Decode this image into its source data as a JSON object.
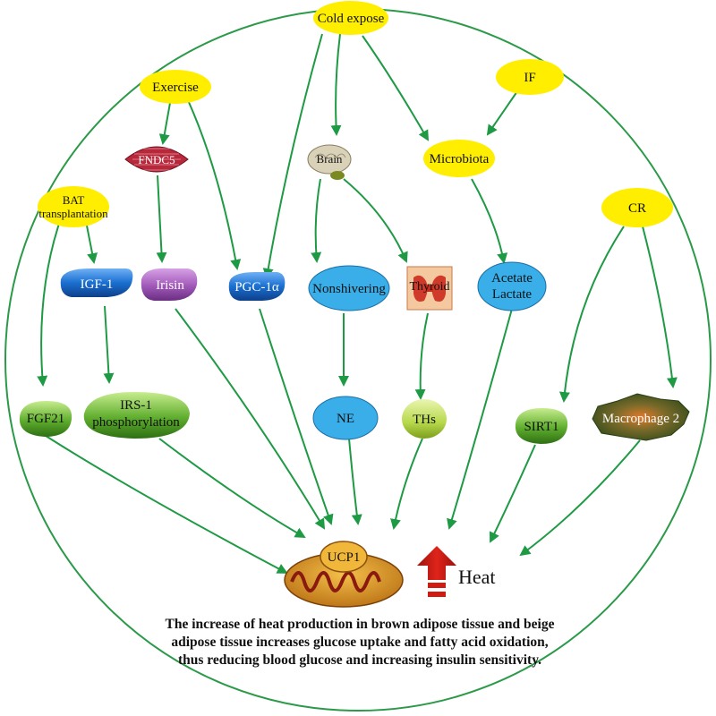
{
  "nodes": {
    "cold_expose": "Cold expose",
    "exercise": "Exercise",
    "if": "IF",
    "fndc5": "FNDC5",
    "brain": "Brain",
    "microbiota": "Microbiota",
    "bat_line1": "BAT",
    "bat_line2": "transplantation",
    "cr": "CR",
    "igf1": "IGF-1",
    "irisin": "Irisin",
    "pgc1a": "PGC-1α",
    "nonshivering": "Nonshivering",
    "thyroid": "Thyroid",
    "acetate": "Acetate",
    "lactate": "Lactate",
    "fgf21": "FGF21",
    "irs1_line1": "IRS-1",
    "irs1_line2": "phosphorylation",
    "ne": "NE",
    "ths": "THs",
    "sirt1": "SIRT1",
    "macrophage2": "Macrophage 2",
    "ucp1": "UCP1",
    "heat": "Heat"
  },
  "caption": {
    "line1": "The increase of heat production in brown adipose tissue and beige",
    "line2": "adipose tissue increases glucose uptake and fatty acid oxidation,",
    "line3": "thus reducing blood glucose and increasing insulin sensitivity."
  },
  "colors": {
    "arrow": "#1f9a44",
    "outline": "#2b9a48",
    "trigger": "#ffee00",
    "blue": "#1a6fd0",
    "purple": "#a058b8",
    "sky": "#3aaee8",
    "green": "#5fae2e",
    "lime": "#b6d84a",
    "dark_green": "#3f5a24",
    "ucp1_orange": "#d98a1a",
    "heat_arrow": "#e0241a",
    "fndc5": "#b8283a"
  }
}
